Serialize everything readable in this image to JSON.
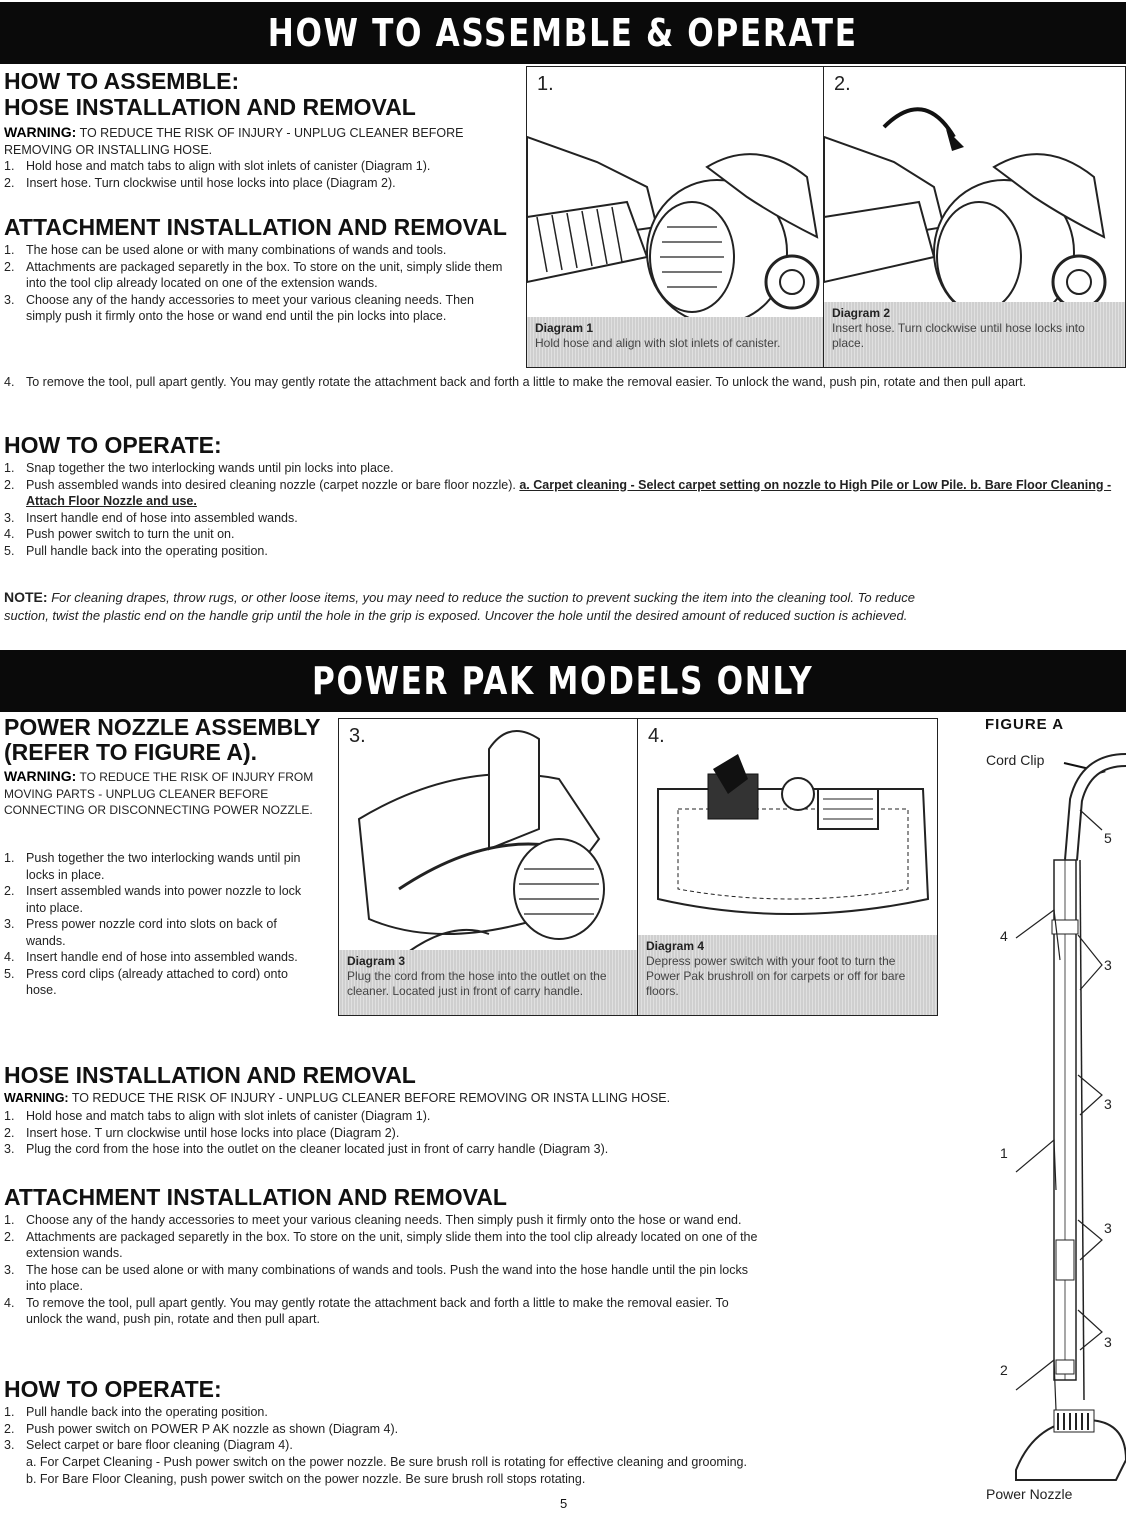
{
  "banner_top": "HOW TO ASSEMBLE & OPERATE",
  "banner_mid": "POWER PAK MODELS ONLY",
  "assemble": {
    "title1": "HOW TO ASSEMBLE:",
    "title2": "HOSE INSTALLATION AND REMOVAL",
    "warning_label": "WARNING:",
    "warning_text": "TO REDUCE THE RISK OF INJURY - UNPLUG CLEANER BEFORE REMOVING OR INSTALLING HOSE.",
    "items": [
      {
        "n": "1.",
        "text": "Hold hose and match tabs to align with slot inlets of canister (Diagram 1)."
      },
      {
        "n": "2.",
        "text": "Insert hose. Turn clockwise until hose locks into place (Diagram 2)."
      }
    ]
  },
  "attachment": {
    "title": "ATTACHMENT INSTALLATION AND REMOVAL",
    "items": [
      {
        "n": "1.",
        "text": "The hose can be used alone or with many combinations of wands and tools."
      },
      {
        "n": "2.",
        "text": "Attachments are packaged separetly in the box. To store on the unit, simply slide them into the tool clip already located on one of the extension wands."
      },
      {
        "n": "3.",
        "text": "Choose any of the handy accessories to meet your various cleaning needs. Then simply push it firmly onto the hose or wand end until the pin locks into place."
      },
      {
        "n": "4.",
        "text": "To remove the tool, pull apart gently. You may gently rotate the attachment back and forth a little to make the removal easier. To unlock the wand, push pin, rotate and then pull apart."
      }
    ]
  },
  "operate": {
    "title": "HOW TO OPERATE:",
    "items": [
      {
        "n": "1.",
        "text": "Snap together the two interlocking wands until pin locks into place."
      },
      {
        "n": "2.",
        "text": "Push assembled wands into desired cleaning nozzle (carpet nozzle or bare floor nozzle).",
        "underlined": "a. Carpet cleaning - Select carpet setting on nozzle to High Pile or Low Pile. b. Bare Floor Cleaning - Attach Floor Nozzle and use."
      },
      {
        "n": "3.",
        "text": "Insert handle end of hose into assembled wands."
      },
      {
        "n": "4.",
        "text": "Push power switch to turn the unit on."
      },
      {
        "n": "5.",
        "text": "Pull handle back into the operating position."
      }
    ]
  },
  "note": {
    "label": "NOTE:",
    "text": "For cleaning drapes, throw rugs, or other loose items, you may need to reduce the suction to prevent sucking the item into the cleaning tool. To reduce suction, twist the plastic end on the handle grip until the hole in the grip is exposed. Uncover the hole until the desired amount of reduced suction is achieved."
  },
  "diagrams": [
    {
      "num": "1.",
      "title": "Diagram 1",
      "caption": "Hold hose and align with slot inlets of canister."
    },
    {
      "num": "2.",
      "title": "Diagram 2",
      "caption": "Insert hose. Turn clockwise until hose locks into place."
    },
    {
      "num": "3.",
      "title": "Diagram 3",
      "caption": "Plug the cord from the hose into the outlet on the cleaner. Located just in front of carry handle."
    },
    {
      "num": "4.",
      "title": "Diagram 4",
      "caption": "Depress power switch with your foot to turn the Power Pak brushroll on for carpets or off for bare floors."
    }
  ],
  "power_nozzle": {
    "title1": "POWER NOZZLE ASSEMBLY",
    "title2": "(REFER TO FIGURE A).",
    "warning_label": "WARNING:",
    "warning_text": "TO REDUCE THE RISK OF INJURY FROM MOVING PARTS - UNPLUG CLEANER BEFORE CONNECTING OR DISCONNECTING POWER NOZZLE.",
    "items": [
      {
        "n": "1.",
        "text": "Push together the two interlocking wands until pin locks in place."
      },
      {
        "n": "2.",
        "text": "Insert assembled wands into power nozzle to lock into place."
      },
      {
        "n": "3.",
        "text": "Press power nozzle cord into slots on back of wands."
      },
      {
        "n": "4.",
        "text": "Insert handle end of hose into assembled wands."
      },
      {
        "n": "5.",
        "text": "Press cord clips (already attached to cord) onto hose."
      }
    ]
  },
  "hose2": {
    "title": "HOSE INSTALLATION AND REMOVAL",
    "warning_label": "WARNING:",
    "warning_text": "TO REDUCE THE RISK OF INJURY - UNPLUG CLEANER BEFORE REMOVING OR INSTA LLING HOSE.",
    "items": [
      {
        "n": "1.",
        "text": "Hold hose and match tabs to align with slot inlets of canister (Diagram 1)."
      },
      {
        "n": "2.",
        "text": "Insert hose. T urn clockwise until hose locks into place (Diagram 2)."
      },
      {
        "n": "3.",
        "text": "Plug the cord from the hose into the outlet on the cleaner located just in front of carry handle (Diagram 3)."
      }
    ]
  },
  "attachment2": {
    "title": "ATTACHMENT INSTALLATION AND REMOVAL",
    "items": [
      {
        "n": "1.",
        "text": "Choose any of the handy accessories to meet your various cleaning needs. Then simply push it firmly onto the hose or wand end."
      },
      {
        "n": "2.",
        "text": "Attachments are packaged separetly in the box. To store on the unit, simply slide them into the tool clip already located on one of the extension wands."
      },
      {
        "n": "3.",
        "text": "The hose can be used alone or with many combinations of wands and tools. Push the wand into the hose handle until the pin locks into place."
      },
      {
        "n": "4.",
        "text": "To remove the tool, pull apart gently. You may gently rotate the attachment back and forth a little to make the removal easier. To unlock the wand, push pin, rotate and then pull apart."
      }
    ]
  },
  "operate2": {
    "title": "HOW TO OPERATE:",
    "items": [
      {
        "n": "1.",
        "text": "Pull handle back into the operating position."
      },
      {
        "n": "2.",
        "text": "Push power switch on POWER P AK nozzle as shown (Diagram 4)."
      },
      {
        "n": "3.",
        "text": "Select carpet or bare floor cleaning (Diagram 4)."
      }
    ],
    "sub": [
      "a. For Carpet Cleaning - Push power switch on the power nozzle. Be sure brush roll is rotating for effective cleaning and grooming.",
      "b. For Bare Floor Cleaning, push power switch on the power nozzle. Be sure brush roll stops rotating."
    ]
  },
  "figure_a": {
    "title": "FIGURE A",
    "cord_clip": "Cord Clip",
    "power_nozzle": "Power Nozzle",
    "callouts": [
      "5",
      "4",
      "3",
      "3",
      "1",
      "3",
      "3",
      "2"
    ]
  },
  "page_number": "5"
}
